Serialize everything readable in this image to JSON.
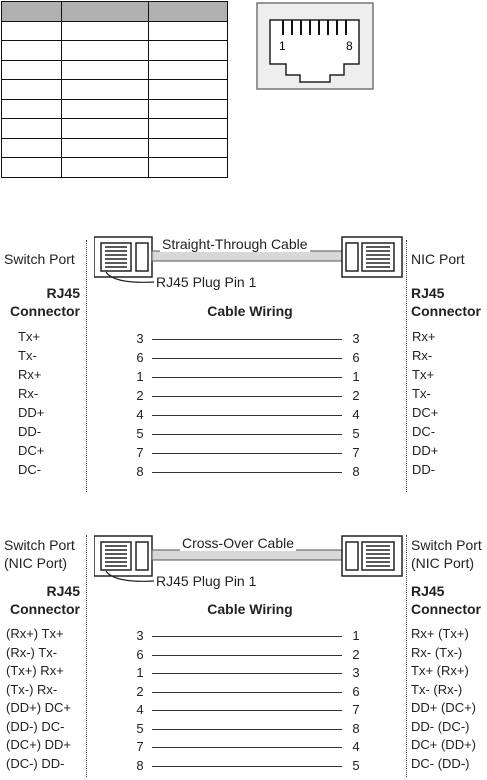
{
  "pin_table": {
    "rows": 8,
    "cols": 3
  },
  "jack": {
    "pin_left": "1",
    "pin_right": "8"
  },
  "straight": {
    "cable_title": "Straight-Through Cable",
    "plug_label": "RJ45 Plug Pin 1",
    "left_port": [
      "Switch Port"
    ],
    "right_port": [
      "NIC Port"
    ],
    "left_conn": [
      "RJ45",
      "Connector"
    ],
    "right_conn": [
      "RJ45",
      "Connector"
    ],
    "wiring_label": "Cable Wiring",
    "left_signals": [
      "Tx+",
      "Tx-",
      "Rx+",
      "Rx-",
      "DD+",
      "DD-",
      "DC+",
      "DC-"
    ],
    "left_pins": [
      "3",
      "6",
      "1",
      "2",
      "4",
      "5",
      "7",
      "8"
    ],
    "right_pins": [
      "3",
      "6",
      "1",
      "2",
      "4",
      "5",
      "7",
      "8"
    ],
    "right_signals": [
      "Rx+",
      "Rx-",
      "Tx+",
      "Tx-",
      "DC+",
      "DC-",
      "DD+",
      "DD-"
    ]
  },
  "cross": {
    "cable_title": "Cross-Over Cable",
    "plug_label": "RJ45 Plug Pin 1",
    "left_port": [
      "Switch Port",
      "(NIC Port)"
    ],
    "right_port": [
      "Switch Port",
      "(NIC Port)"
    ],
    "left_conn": [
      "RJ45",
      "Connector"
    ],
    "right_conn": [
      "RJ45",
      "Connector"
    ],
    "wiring_label": "Cable Wiring",
    "left_signals": [
      "(Rx+) Tx+",
      "(Rx-) Tx-",
      "(Tx+) Rx+",
      "(Tx-) Rx-",
      "(DD+) DC+",
      "(DD-) DC-",
      "(DC+) DD+",
      "(DC-) DD-"
    ],
    "left_pins": [
      "3",
      "6",
      "1",
      "2",
      "4",
      "5",
      "7",
      "8"
    ],
    "right_pins": [
      "1",
      "2",
      "3",
      "6",
      "7",
      "8",
      "4",
      "5"
    ],
    "right_signals": [
      "Rx+ (Tx+)",
      "Rx- (Tx-)",
      "Tx+ (Rx+)",
      "Tx- (Rx-)",
      "DD+ (DC+)",
      "DD- (DC-)",
      "DC+ (DD+)",
      "DC- (DD-)"
    ]
  }
}
